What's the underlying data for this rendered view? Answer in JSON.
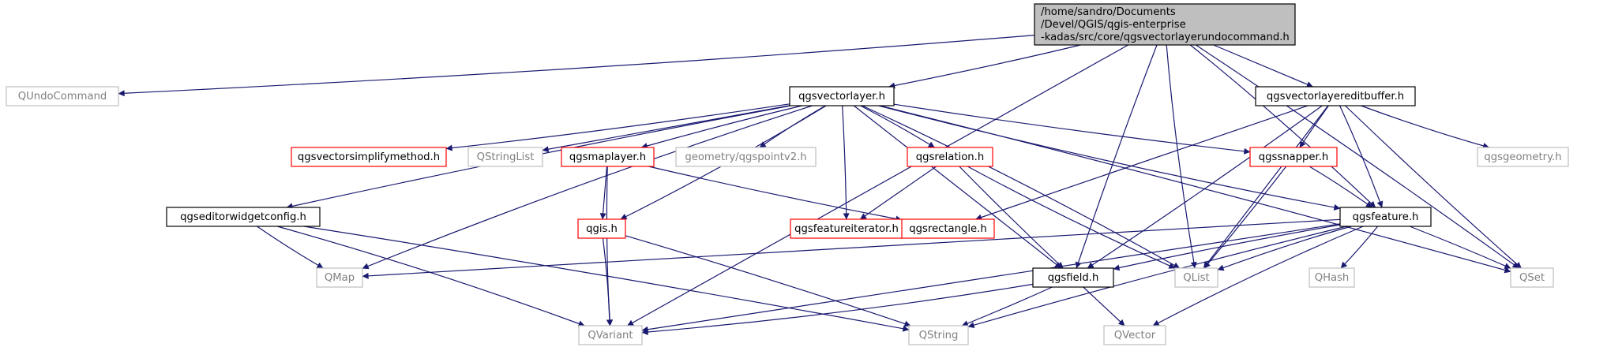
{
  "graph": {
    "colors": {
      "edge": "#191970",
      "root_fill": "#bfbfbf",
      "documented_border": "#000000",
      "undocumented_border": "#ff0000",
      "external_border": "#bfbfbf",
      "external_text": "#808080",
      "text": "#000000"
    },
    "nodes": [
      {
        "id": "root",
        "kind": "root",
        "lines": [
          "/home/sandro/Documents",
          "/Devel/QGIS/qgis-enterprise",
          "-kadas/src/core/qgsvectorlayerundocommand.h"
        ]
      },
      {
        "id": "qundocommand",
        "kind": "external",
        "lines": [
          "QUndoCommand"
        ]
      },
      {
        "id": "qgsvectorlayer",
        "kind": "documented",
        "lines": [
          "qgsvectorlayer.h"
        ]
      },
      {
        "id": "qgsvectorlayereditbuffer",
        "kind": "documented",
        "lines": [
          "qgsvectorlayereditbuffer.h"
        ]
      },
      {
        "id": "qgsvectorsimplifymethod",
        "kind": "undocumented",
        "lines": [
          "qgsvectorsimplifymethod.h"
        ]
      },
      {
        "id": "qstringlist",
        "kind": "external",
        "lines": [
          "QStringList"
        ]
      },
      {
        "id": "qgsmaplayer",
        "kind": "undocumented",
        "lines": [
          "qgsmaplayer.h"
        ]
      },
      {
        "id": "qgspointv2",
        "kind": "external",
        "lines": [
          "geometry/qgspointv2.h"
        ]
      },
      {
        "id": "qgsrelation",
        "kind": "undocumented",
        "lines": [
          "qgsrelation.h"
        ]
      },
      {
        "id": "qgssnapper",
        "kind": "undocumented",
        "lines": [
          "qgssnapper.h"
        ]
      },
      {
        "id": "qgsgeometry",
        "kind": "external",
        "lines": [
          "qgsgeometry.h"
        ]
      },
      {
        "id": "qgseditorwidgetconfig",
        "kind": "documented",
        "lines": [
          "qgseditorwidgetconfig.h"
        ]
      },
      {
        "id": "qgis",
        "kind": "undocumented",
        "lines": [
          "qgis.h"
        ]
      },
      {
        "id": "qgsfeatureiterator",
        "kind": "undocumented",
        "lines": [
          "qgsfeatureiterator.h"
        ]
      },
      {
        "id": "qgsrectangle",
        "kind": "undocumented",
        "lines": [
          "qgsrectangle.h"
        ]
      },
      {
        "id": "qgsfeature",
        "kind": "documented",
        "lines": [
          "qgsfeature.h"
        ]
      },
      {
        "id": "qmap",
        "kind": "external",
        "lines": [
          "QMap"
        ]
      },
      {
        "id": "qgsfield",
        "kind": "documented",
        "lines": [
          "qgsfield.h"
        ]
      },
      {
        "id": "qlist",
        "kind": "external",
        "lines": [
          "QList"
        ]
      },
      {
        "id": "qhash",
        "kind": "external",
        "lines": [
          "QHash"
        ]
      },
      {
        "id": "qset",
        "kind": "external",
        "lines": [
          "QSet"
        ]
      },
      {
        "id": "qvariant",
        "kind": "external",
        "lines": [
          "QVariant"
        ]
      },
      {
        "id": "qstring",
        "kind": "external",
        "lines": [
          "QString"
        ]
      },
      {
        "id": "qvector",
        "kind": "external",
        "lines": [
          "QVector"
        ]
      }
    ],
    "edges": [
      [
        "root",
        "qundocommand"
      ],
      [
        "root",
        "qgsvectorlayer"
      ],
      [
        "root",
        "qgsvectorlayereditbuffer"
      ],
      [
        "root",
        "qgsfield"
      ],
      [
        "root",
        "qlist"
      ],
      [
        "root",
        "qgsfeature"
      ],
      [
        "root",
        "qset"
      ],
      [
        "root",
        "qvariant"
      ],
      [
        "qgsvectorlayer",
        "qgseditorwidgetconfig"
      ],
      [
        "qgsvectorlayer",
        "qmap"
      ],
      [
        "qgsvectorlayer",
        "qgis"
      ],
      [
        "qgsvectorlayer",
        "qgsvectorsimplifymethod"
      ],
      [
        "qgsvectorlayer",
        "qstringlist"
      ],
      [
        "qgsvectorlayer",
        "qgsmaplayer"
      ],
      [
        "qgsvectorlayer",
        "qgspointv2"
      ],
      [
        "qgsvectorlayer",
        "qgsrelation"
      ],
      [
        "qgsvectorlayer",
        "qgsfeatureiterator"
      ],
      [
        "qgsvectorlayer",
        "qgsfield"
      ],
      [
        "qgsvectorlayer",
        "qgssnapper"
      ],
      [
        "qgsvectorlayer",
        "qgsfeature"
      ],
      [
        "qgsvectorlayer",
        "qlist"
      ],
      [
        "qgsvectorlayer",
        "qset"
      ],
      [
        "qgsvectorlayereditbuffer",
        "qgsrectangle"
      ],
      [
        "qgsvectorlayereditbuffer",
        "qgssnapper"
      ],
      [
        "qgsvectorlayereditbuffer",
        "qgsgeometry"
      ],
      [
        "qgsvectorlayereditbuffer",
        "qgsfeature"
      ],
      [
        "qgsvectorlayereditbuffer",
        "qgsfield"
      ],
      [
        "qgsvectorlayereditbuffer",
        "qlist"
      ],
      [
        "qgsvectorlayereditbuffer",
        "qset"
      ],
      [
        "qgseditorwidgetconfig",
        "qmap"
      ],
      [
        "qgseditorwidgetconfig",
        "qvariant"
      ],
      [
        "qgseditorwidgetconfig",
        "qstring"
      ],
      [
        "qgsmaplayer",
        "qgis"
      ],
      [
        "qgsmaplayer",
        "qgsrectangle"
      ],
      [
        "qgsmaplayer",
        "qvariant"
      ],
      [
        "qgis",
        "qvariant"
      ],
      [
        "qgis",
        "qstring"
      ],
      [
        "qgsrelation",
        "qgsfeatureiterator"
      ],
      [
        "qgsrelation",
        "qgsfield"
      ],
      [
        "qgsrelation",
        "qlist"
      ],
      [
        "qgssnapper",
        "qgsfeature"
      ],
      [
        "qgssnapper",
        "qlist"
      ],
      [
        "qgsfeature",
        "qmap"
      ],
      [
        "qgsfeature",
        "qgsfield"
      ],
      [
        "qgsfeature",
        "qlist"
      ],
      [
        "qgsfeature",
        "qhash"
      ],
      [
        "qgsfeature",
        "qset"
      ],
      [
        "qgsfeature",
        "qvariant"
      ],
      [
        "qgsfeature",
        "qstring"
      ],
      [
        "qgsfeature",
        "qvector"
      ],
      [
        "qgsfield",
        "qvariant"
      ],
      [
        "qgsfield",
        "qstring"
      ],
      [
        "qgsfield",
        "qvector"
      ]
    ]
  }
}
